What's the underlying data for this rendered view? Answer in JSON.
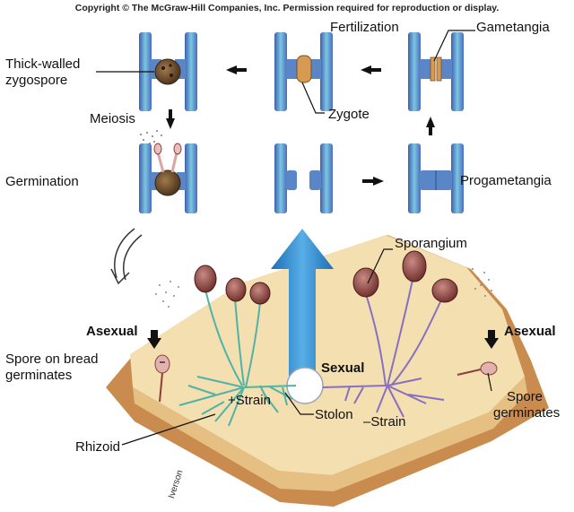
{
  "copyright": "Copyright © The McGraw-Hill Companies, Inc. Permission required for reproduction or display.",
  "labels": {
    "thick_walled": "Thick-walled",
    "zygospore": "zygospore",
    "fertilization": "Fertilization",
    "gametangia": "Gametangia",
    "zygote": "Zygote",
    "meiosis": "Meiosis",
    "germination": "Germination",
    "progametangia": "Progametangia",
    "sporangium": "Sporangium",
    "asexual_left": "Asexual",
    "asexual_right": "Asexual",
    "sexual": "Sexual",
    "spore_on_bread": "Spore on bread",
    "germinates_left": "germinates",
    "spore_right": "Spore",
    "germinates_right": "germinates",
    "plus_strain": "+Strain",
    "stolon": "Stolon",
    "minus_strain": "–Strain",
    "rhizoid": "Rhizoid",
    "artist": "Iverson"
  },
  "colors": {
    "hypha_blue": "#5b7fc8",
    "hypha_teal": "#49b6c6",
    "bread": "#f3dfb0",
    "crust": "#c98b4e",
    "sporangium": "#8a3f3a",
    "sexual_arrow": "#2f86c9",
    "plus_mycelium": "#4fb3a6",
    "minus_mycelium": "#8a6fc0"
  }
}
